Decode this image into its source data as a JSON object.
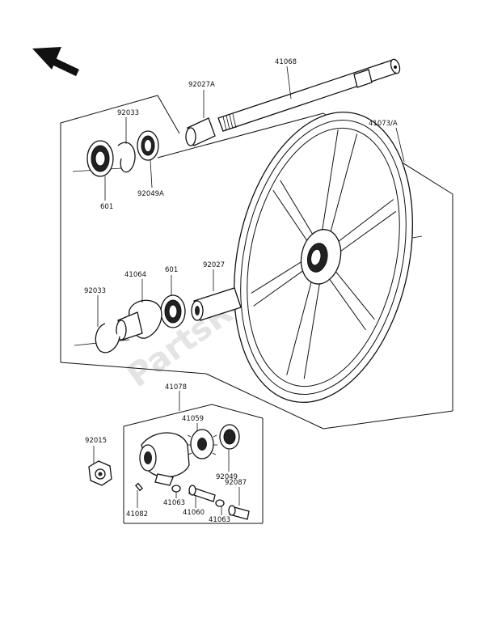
{
  "watermark": "PartsRepublik",
  "labels": {
    "p41068": "41068",
    "p92027a": "92027A",
    "p41073a": "41073/A",
    "p92033_top": "92033",
    "p601_top": "601",
    "p92049a": "92049A",
    "p41064": "41064",
    "p601_mid": "601",
    "p92027": "92027",
    "p92033_mid": "92033",
    "p41078": "41078",
    "p41059": "41059",
    "p92015": "92015",
    "p92049": "92049",
    "p92087": "92087",
    "p41082": "41082",
    "p41063_a": "41063",
    "p41060": "41060",
    "p41063_b": "41063"
  }
}
